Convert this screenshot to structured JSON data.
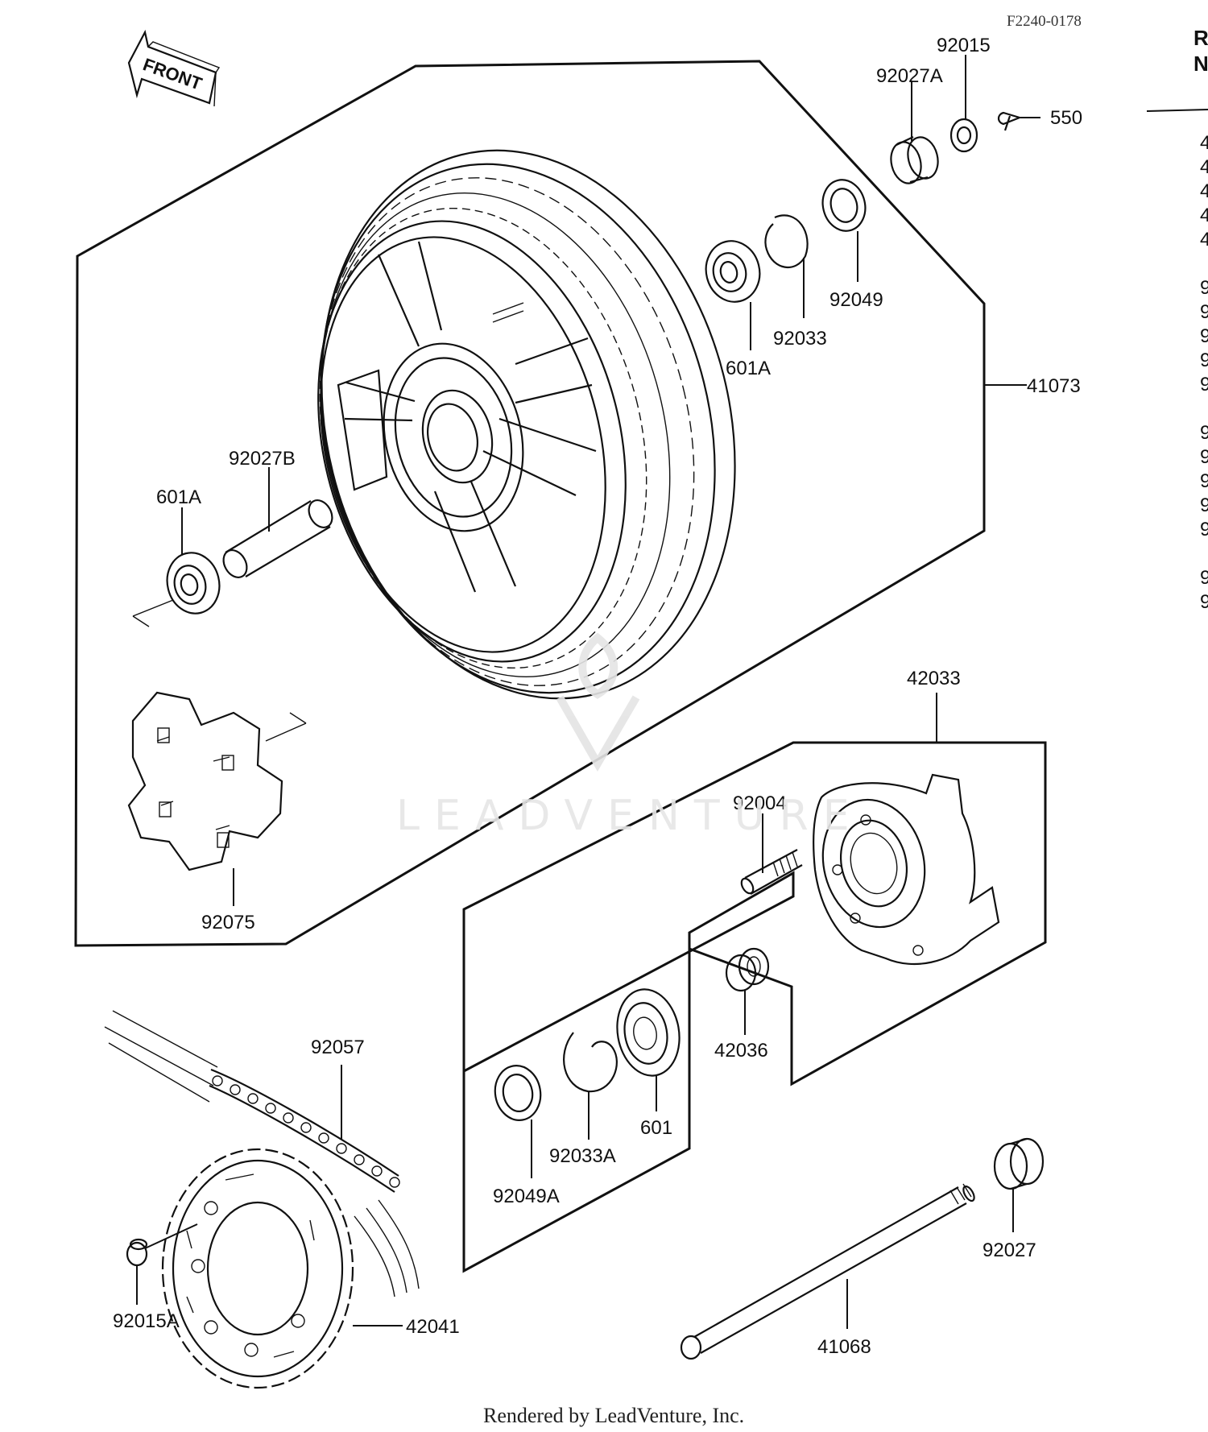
{
  "drawing_code": "F2240-0178",
  "front_arrow": {
    "label": "FRONT",
    "icon": "front-arrow-icon"
  },
  "parts": {
    "p92015": "92015",
    "p92027A": "92027A",
    "p550": "550",
    "p92049": "92049",
    "p92033": "92033",
    "p601A_top": "601A",
    "p41073": "41073",
    "p92027B": "92027B",
    "p601A_left": "601A",
    "p92075": "92075",
    "p42033": "42033",
    "p92004": "92004",
    "p42036": "42036",
    "p601": "601",
    "p92033A": "92033A",
    "p92049A": "92049A",
    "p92057": "92057",
    "p92027": "92027",
    "p92015A": "92015A",
    "p42041": "42041",
    "p41068": "41068"
  },
  "side_table": {
    "header_line1": "R",
    "header_line2": "N",
    "cells": [
      "4",
      "4",
      "4",
      "4",
      "4",
      "9",
      "9",
      "9",
      "9",
      "9",
      "9",
      "9",
      "9",
      "9",
      "9",
      "9",
      "9"
    ]
  },
  "watermark": {
    "text": "LEADVENTURE"
  },
  "footer": "Rendered by LeadVenture, Inc."
}
